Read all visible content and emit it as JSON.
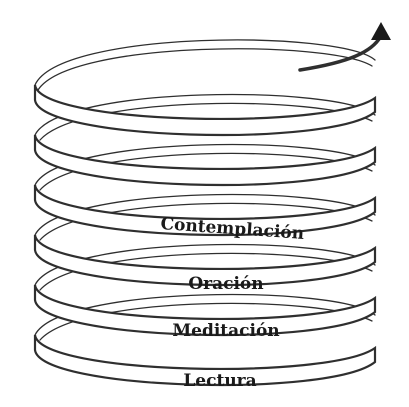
{
  "diagram": {
    "type": "spiral",
    "direction": "upward",
    "ring_labels": [
      "Contemplación",
      "Oración",
      "Meditación",
      "Lectura"
    ],
    "colors": {
      "stroke": "#2f2f2f",
      "band_fill": "#ffffff",
      "band_shadow": "#bdbdbd",
      "text": "#1a1a1a"
    },
    "arrow_icon": "arrow-head-icon"
  }
}
